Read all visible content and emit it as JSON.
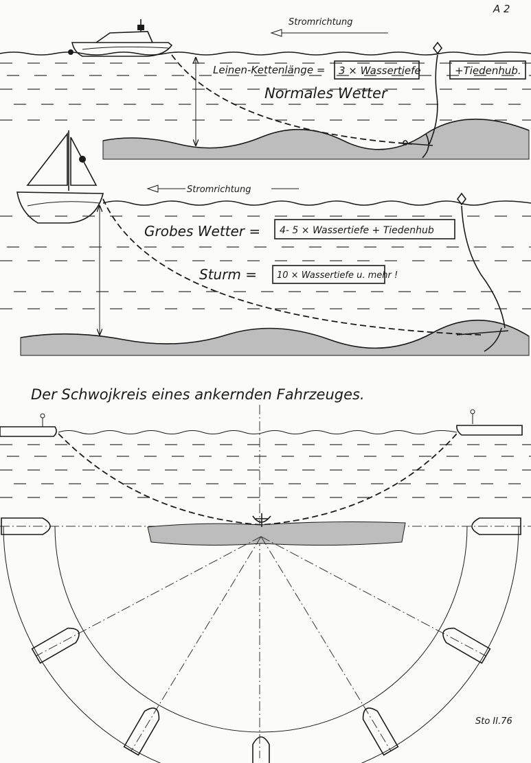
{
  "sheet_label": "A 2",
  "section_normal": {
    "current_direction": "Stromrichtung",
    "formula_prefix": "Leinen-Kettenlänge =",
    "formula_box": "3 × Wassertiefe",
    "formula_suffix": "+Tiedenhub.",
    "title": "Normales Wetter"
  },
  "section_rough": {
    "current_direction": "Stromrichtung",
    "rough_label": "Grobes Wetter =",
    "rough_box": "4- 5 × Wassertiefe + Tiedenhub",
    "storm_label": "Sturm =",
    "storm_box": "10 × Wassertiefe u. mehr !"
  },
  "section_swing": {
    "title": "Der Schwojkreis  eines ankernden  Fahrzeuges."
  },
  "signature": "Sto II.76"
}
